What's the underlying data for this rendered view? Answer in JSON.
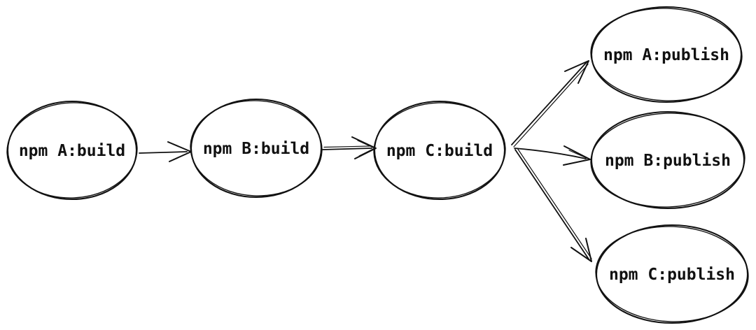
{
  "diagram": {
    "background_color": "#ffffff",
    "stroke_color": "#111111",
    "text_color": "#111111",
    "nodes": [
      {
        "id": "npm-a-build",
        "label": "npm A:build"
      },
      {
        "id": "npm-b-build",
        "label": "npm B:build"
      },
      {
        "id": "npm-c-build",
        "label": "npm C:build"
      },
      {
        "id": "npm-a-publish",
        "label": "npm A:publish"
      },
      {
        "id": "npm-b-publish",
        "label": "npm B:publish"
      },
      {
        "id": "npm-c-publish",
        "label": "npm C:publish"
      }
    ],
    "edges": [
      {
        "from": "npm A:build",
        "to": "npm B:build"
      },
      {
        "from": "npm B:build",
        "to": "npm C:build"
      },
      {
        "from": "npm C:build",
        "to": "npm A:publish"
      },
      {
        "from": "npm C:build",
        "to": "npm B:publish"
      },
      {
        "from": "npm C:build",
        "to": "npm C:publish"
      }
    ]
  }
}
